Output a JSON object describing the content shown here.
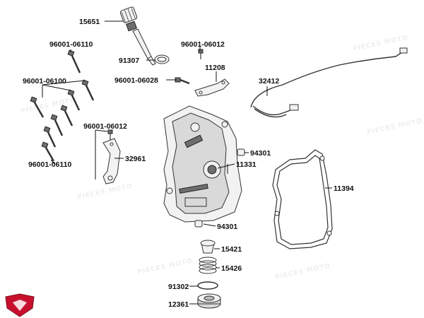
{
  "watermark_text": "PIECES MOTO",
  "logo": {
    "name": "shield-logo",
    "color": "#c8102e"
  },
  "labels": [
    {
      "id": "l-15651",
      "text": "15651"
    },
    {
      "id": "l-96001-06110-a",
      "text": "96001-06110"
    },
    {
      "id": "l-91307",
      "text": "91307"
    },
    {
      "id": "l-96001-06012-a",
      "text": "96001-06012"
    },
    {
      "id": "l-11208",
      "text": "11208"
    },
    {
      "id": "l-96001-06028",
      "text": "96001-06028"
    },
    {
      "id": "l-96001-06100",
      "text": "96001-06100"
    },
    {
      "id": "l-32412",
      "text": "32412"
    },
    {
      "id": "l-96001-06012-b",
      "text": "96001-06012"
    },
    {
      "id": "l-32961",
      "text": "32961"
    },
    {
      "id": "l-94301-a",
      "text": "94301"
    },
    {
      "id": "l-11331",
      "text": "11331"
    },
    {
      "id": "l-96001-06110-b",
      "text": "96001-06110"
    },
    {
      "id": "l-11394",
      "text": "11394"
    },
    {
      "id": "l-94301-b",
      "text": "94301"
    },
    {
      "id": "l-15421",
      "text": "15421"
    },
    {
      "id": "l-15426",
      "text": "15426"
    },
    {
      "id": "l-91302",
      "text": "91302"
    },
    {
      "id": "l-12361",
      "text": "12361"
    }
  ]
}
